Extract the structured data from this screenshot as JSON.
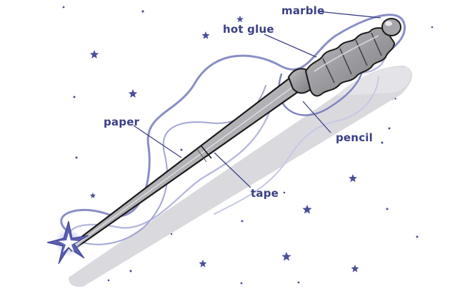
{
  "labels": {
    "marble": "marble",
    "hot_glue": "hot glue",
    "paper": "paper",
    "pencil": "pencil",
    "tape": "tape"
  },
  "colors": {
    "label": "#3b3f86",
    "star": "#4a4f98",
    "ribbon": "#8a8ec6",
    "shadow": "#d8d8dc",
    "wand_fill": "#b4b4b8",
    "wand_dark": "#6e6e72",
    "outline": "#1a1a1a"
  }
}
